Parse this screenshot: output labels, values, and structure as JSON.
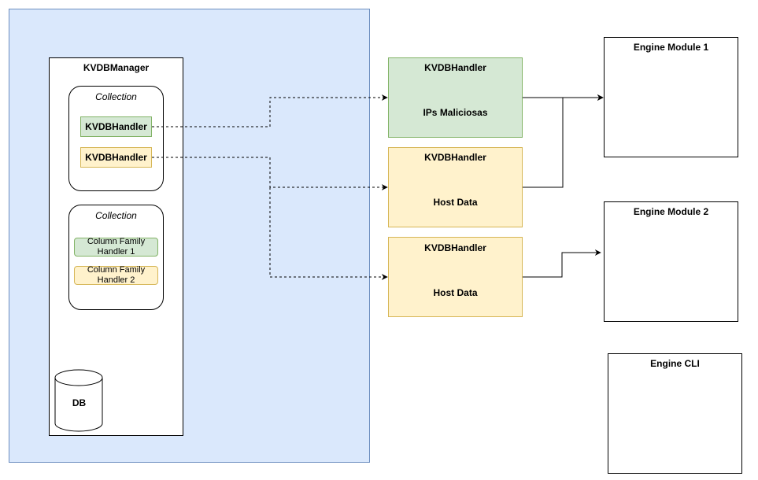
{
  "manager": {
    "title": "KVDBManager",
    "collections": [
      {
        "label": "Collection",
        "handlers": [
          "KVDBHandler",
          "KVDBHandler"
        ]
      },
      {
        "label": "Collection",
        "column_families": [
          "Column Family Handler 1",
          "Column Family Handler 2"
        ]
      }
    ],
    "db_label": "DB"
  },
  "handlers": [
    {
      "title": "KVDBHandler",
      "subtitle": "IPs Maliciosas",
      "color": "#d5e8d4"
    },
    {
      "title": "KVDBHandler",
      "subtitle": "Host Data",
      "color": "#fff2cc"
    },
    {
      "title": "KVDBHandler",
      "subtitle": "Host Data",
      "color": "#fff2cc"
    }
  ],
  "engines": [
    {
      "title": "Engine Module 1"
    },
    {
      "title": "Engine Module 2"
    },
    {
      "title": "Engine CLI"
    }
  ],
  "colors": {
    "region_fill": "#dae8fc",
    "region_stroke": "#6c8ebf",
    "green_fill": "#d5e8d4",
    "green_stroke": "#82b366",
    "yellow_fill": "#fff2cc",
    "yellow_stroke": "#d6b656"
  }
}
